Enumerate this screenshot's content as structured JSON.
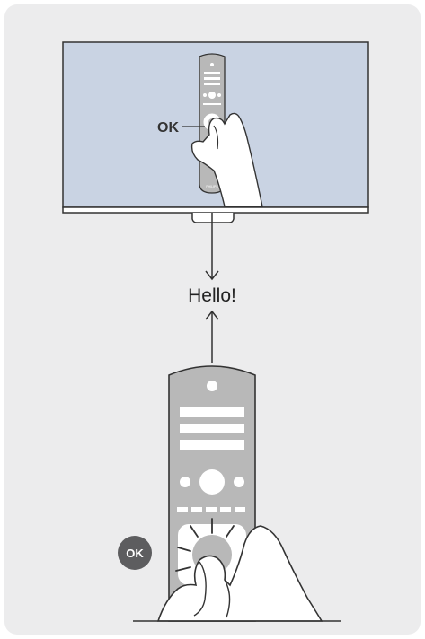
{
  "diagram": {
    "tv_callout_label": "OK",
    "greeting": "Hello!",
    "ok_badge_label": "OK",
    "remote_brand": "PHILIPS"
  },
  "colors": {
    "background_panel": "#ececed",
    "tv_screen": "#c9d3e3",
    "remote_body": "#b8b8b8",
    "remote_detail": "#ffffff",
    "outline": "#333333",
    "badge": "#5d5d5f"
  }
}
